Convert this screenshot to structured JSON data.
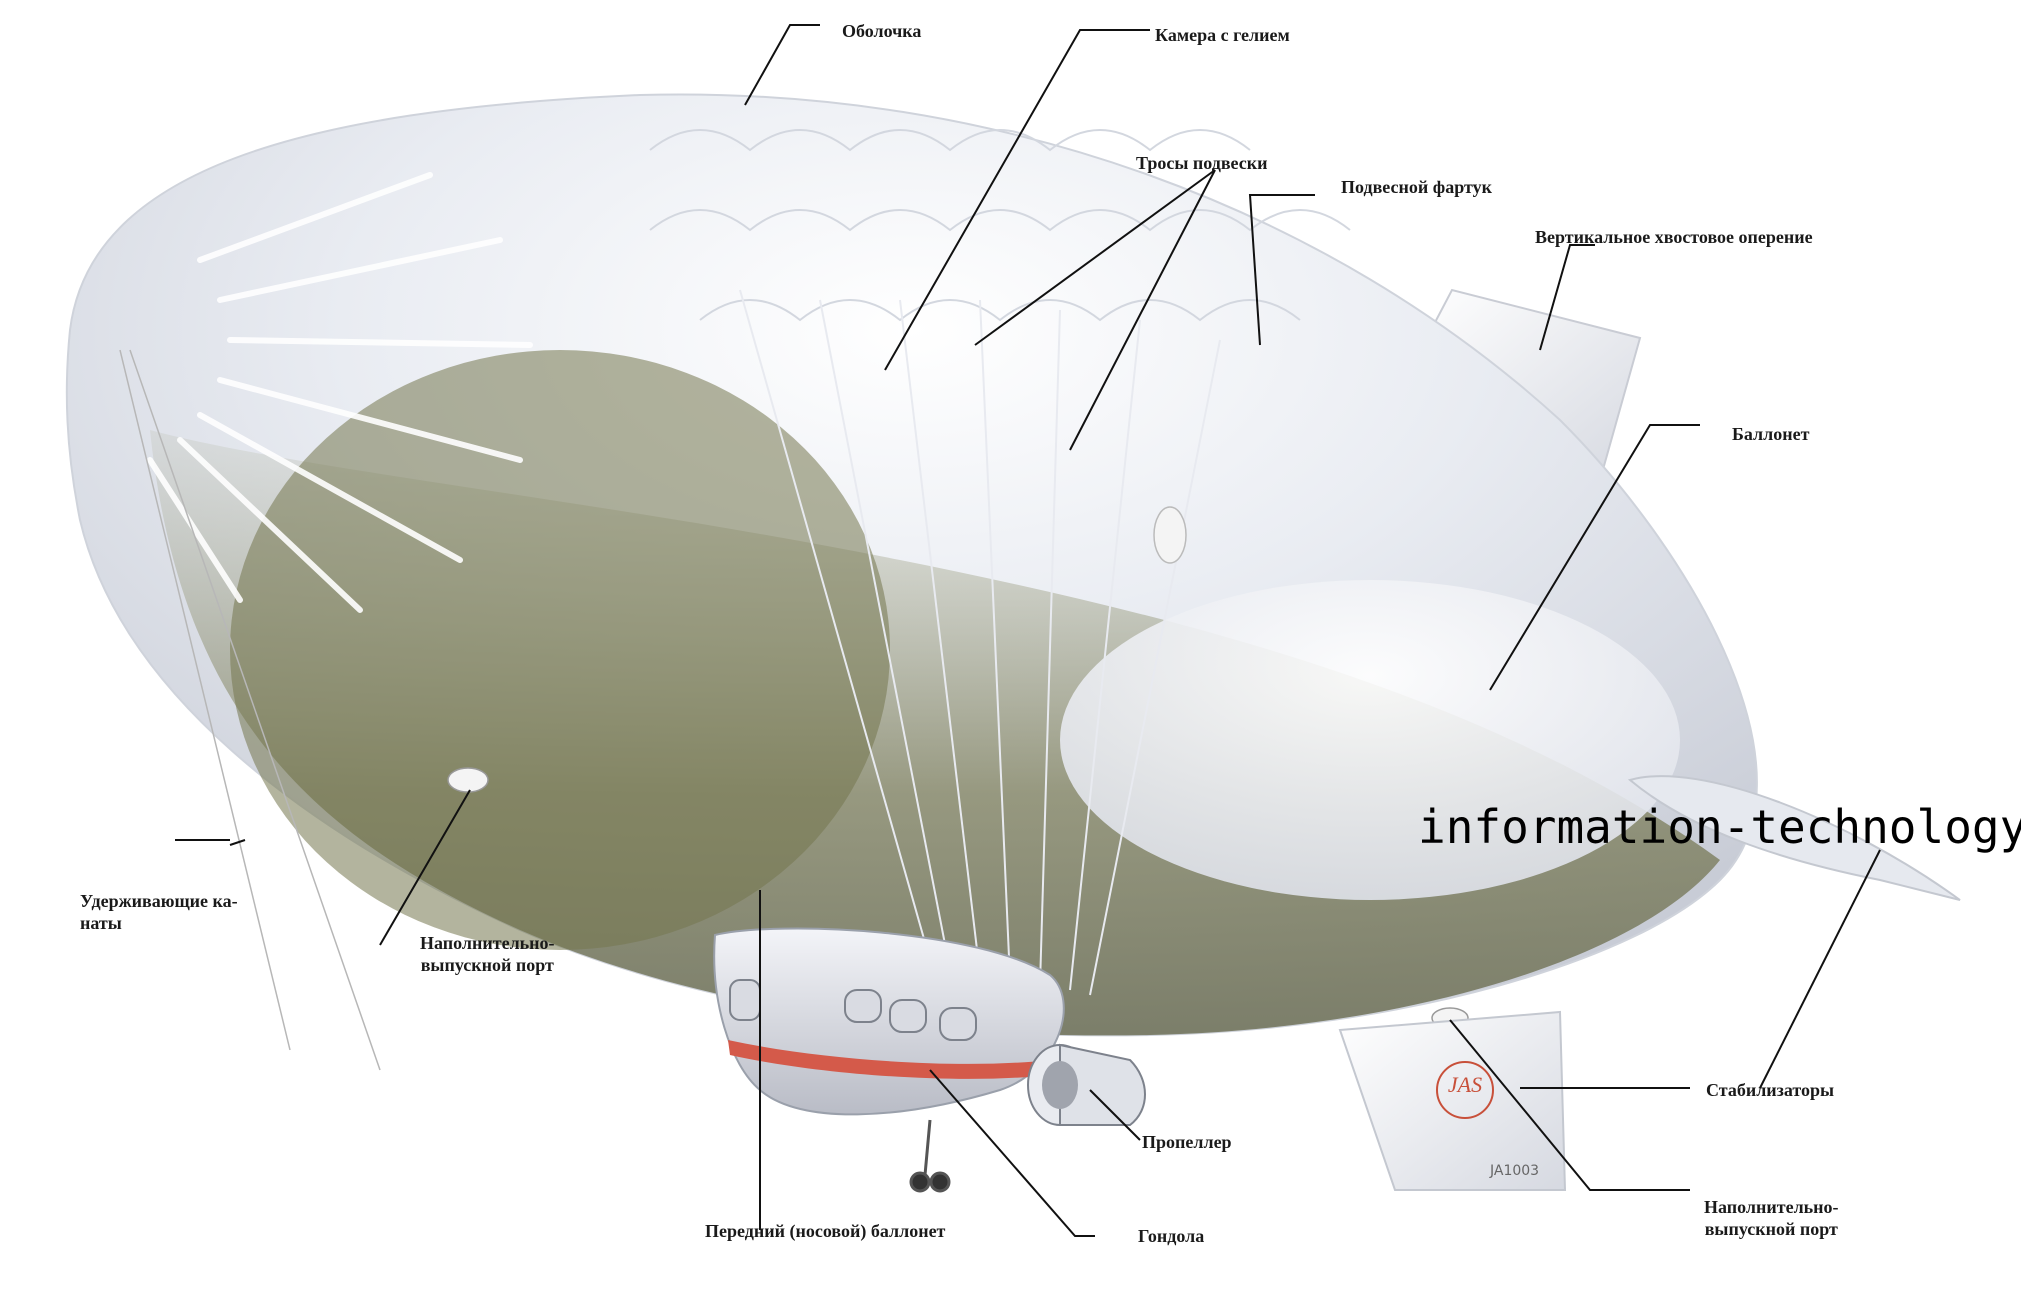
{
  "labels": {
    "envelope": "Оболочка",
    "helium_chamber": "Камера с гелием",
    "suspension_cables": "Тросы подвески",
    "suspension_apron": "Подвесной фартук",
    "vertical_tail": "Вертикальное хвостовое оперение",
    "ballonet": "Баллонет",
    "mooring_lines_1": "Удерживающие ка-",
    "mooring_lines_2": "наты",
    "fill_port_front_1": "Наполнительно-",
    "fill_port_front_2": "выпускной порт",
    "front_ballonet": "Передний (носовой) баллонет",
    "gondola": "Гондола",
    "propeller": "Пропеллер",
    "stabilizers": "Стабилизаторы",
    "fill_port_rear_1": "Наполнительно-",
    "fill_port_rear_2": "выпускной порт"
  },
  "watermark": "information-technology.ru",
  "tail_marking_logo": "JAS",
  "tail_registration": "JA1003",
  "colors": {
    "hull_light": "#f4f6fa",
    "hull_shadow": "#6e6e4e",
    "stripe": "#d45a4a",
    "logo": "#c8503a"
  }
}
